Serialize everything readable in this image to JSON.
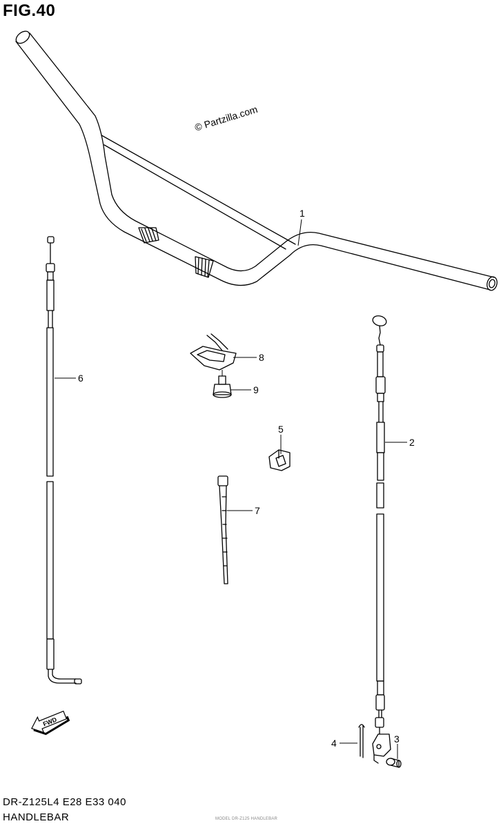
{
  "figure": {
    "title": "FIG.40",
    "watermark": "© Partzilla.com",
    "model_code": "DR-Z125L4  E28  E33  040",
    "section": "HANDLEBAR",
    "fine_print": "MODEL DR-Z125 HANDLEBAR"
  },
  "direction_arrow": {
    "label": "FWD"
  },
  "callouts": [
    {
      "id": "1",
      "part": "handlebar"
    },
    {
      "id": "2",
      "part": "throttle-cable"
    },
    {
      "id": "3",
      "part": "cable-end-cap"
    },
    {
      "id": "4",
      "part": "cotter-pin"
    },
    {
      "id": "5",
      "part": "cable-clamp"
    },
    {
      "id": "6",
      "part": "clutch-cable"
    },
    {
      "id": "7",
      "part": "cable-tie"
    },
    {
      "id": "8",
      "part": "wire-clamp"
    },
    {
      "id": "9",
      "part": "bolt"
    }
  ],
  "colors": {
    "line": "#000000",
    "background": "#ffffff"
  }
}
